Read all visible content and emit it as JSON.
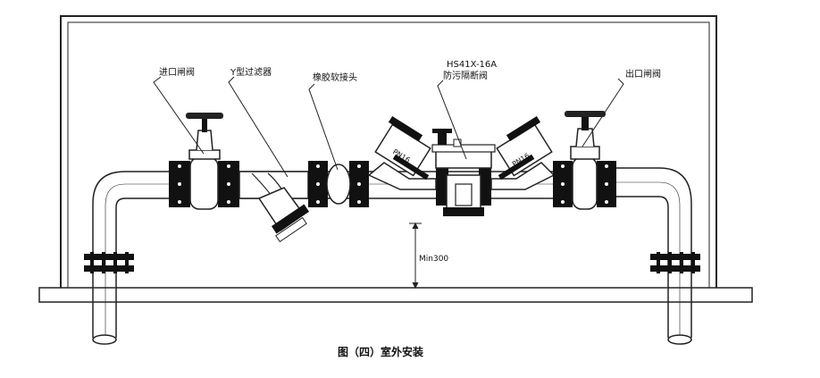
{
  "labels": {
    "inlet_gate_valve": "进口闸阀",
    "y_strainer": "Y型过滤器",
    "rubber_joint": "橡胶软接头",
    "backflow_model": "HS41X-16A",
    "backflow_name": "防污隔断阀",
    "outlet_gate_valve": "出口闸阀"
  },
  "valve_marks": {
    "left": "PN16",
    "right": "PN16"
  },
  "dimension": "Min300",
  "caption": "图（四）室外安装"
}
